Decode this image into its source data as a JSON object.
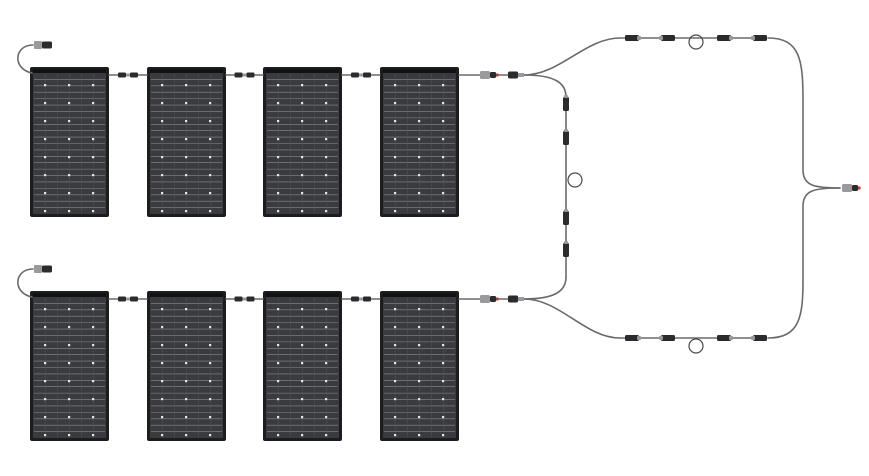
{
  "diagram": {
    "rows": [
      {
        "id": "top-string",
        "panel_count": 4
      },
      {
        "id": "bottom-string",
        "panel_count": 4
      }
    ],
    "colors": {
      "panel": "#1d1d20",
      "cells": "#3a3b3f",
      "cable": "#6a6a6e",
      "connector": "#2b2b2e",
      "accent": "#c0392b"
    },
    "components": [
      "solar-panel",
      "mc4-connector",
      "y-branch-connector",
      "cable-loop",
      "output-connector"
    ]
  }
}
